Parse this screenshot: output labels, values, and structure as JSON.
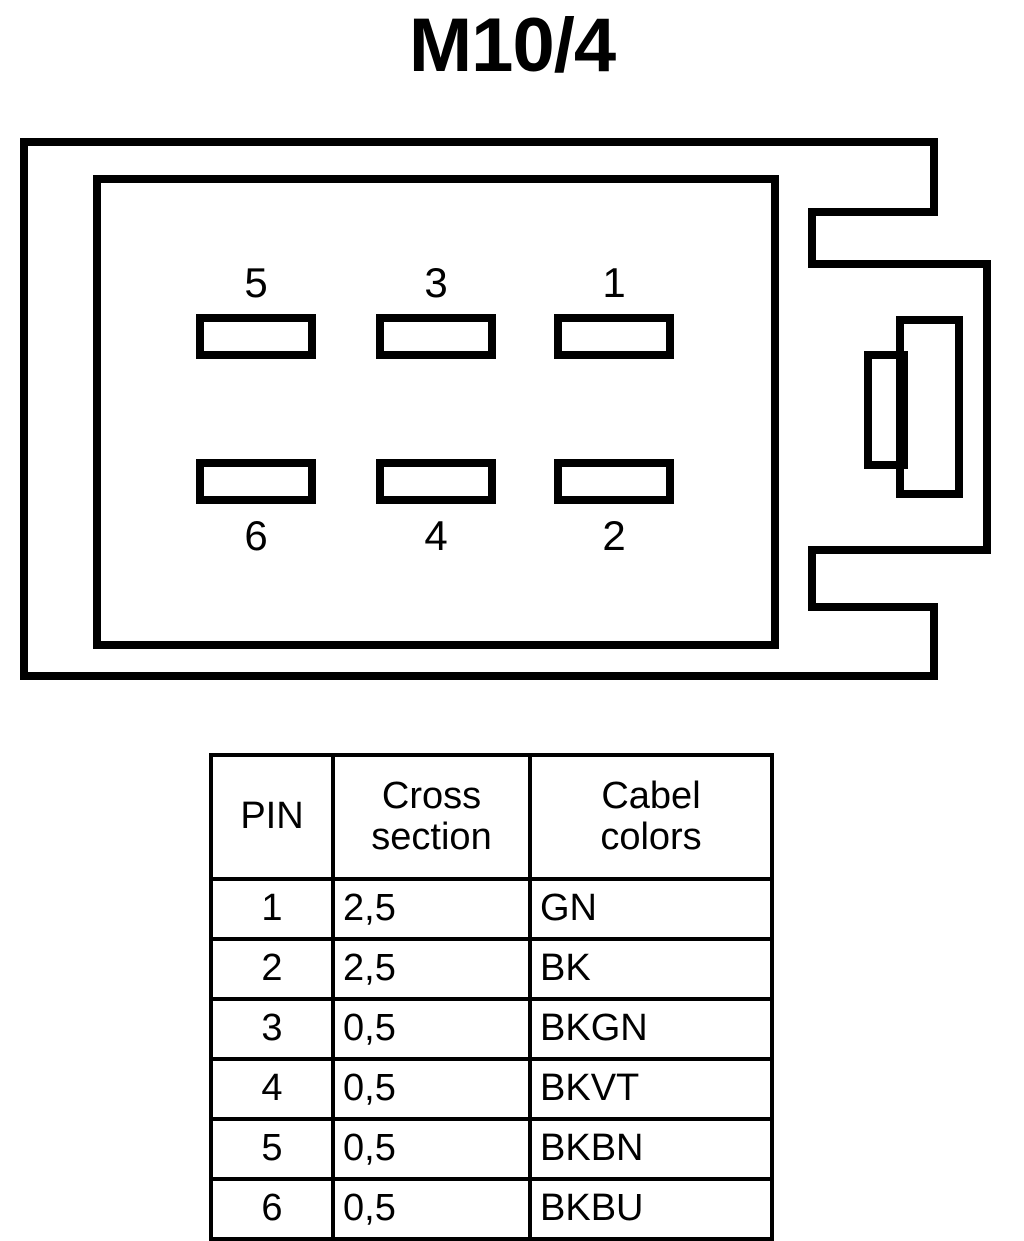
{
  "title": "M10/4",
  "connector": {
    "name": "connector-pinout-diagram",
    "pin_positions": [
      {
        "number": "5",
        "label_side": "top",
        "col": 0,
        "row": 0
      },
      {
        "number": "3",
        "label_side": "top",
        "col": 1,
        "row": 0
      },
      {
        "number": "1",
        "label_side": "top",
        "col": 2,
        "row": 0
      },
      {
        "number": "6",
        "label_side": "bottom",
        "col": 0,
        "row": 1
      },
      {
        "number": "4",
        "label_side": "bottom",
        "col": 1,
        "row": 1
      },
      {
        "number": "2",
        "label_side": "bottom",
        "col": 2,
        "row": 1
      }
    ],
    "pin_labels": {
      "top_left": "5",
      "top_middle": "3",
      "top_right": "1",
      "bottom_left": "6",
      "bottom_middle": "4",
      "bottom_right": "2"
    },
    "stroke_color": "#000000",
    "fill_color": "#ffffff"
  },
  "table": {
    "headers": {
      "pin": "PIN",
      "cross_section_line1": "Cross",
      "cross_section_line2": "section",
      "cable_colors_line1": "Cabel",
      "cable_colors_line2": "colors"
    },
    "rows": [
      {
        "pin": "1",
        "cross_section": "2,5",
        "cable_color": "GN"
      },
      {
        "pin": "2",
        "cross_section": "2,5",
        "cable_color": "BK"
      },
      {
        "pin": "3",
        "cross_section": "0,5",
        "cable_color": "BKGN"
      },
      {
        "pin": "4",
        "cross_section": "0,5",
        "cable_color": "BKVT"
      },
      {
        "pin": "5",
        "cross_section": "0,5",
        "cable_color": "BKBN"
      },
      {
        "pin": "6",
        "cross_section": "0,5",
        "cable_color": "BKBU"
      }
    ]
  }
}
